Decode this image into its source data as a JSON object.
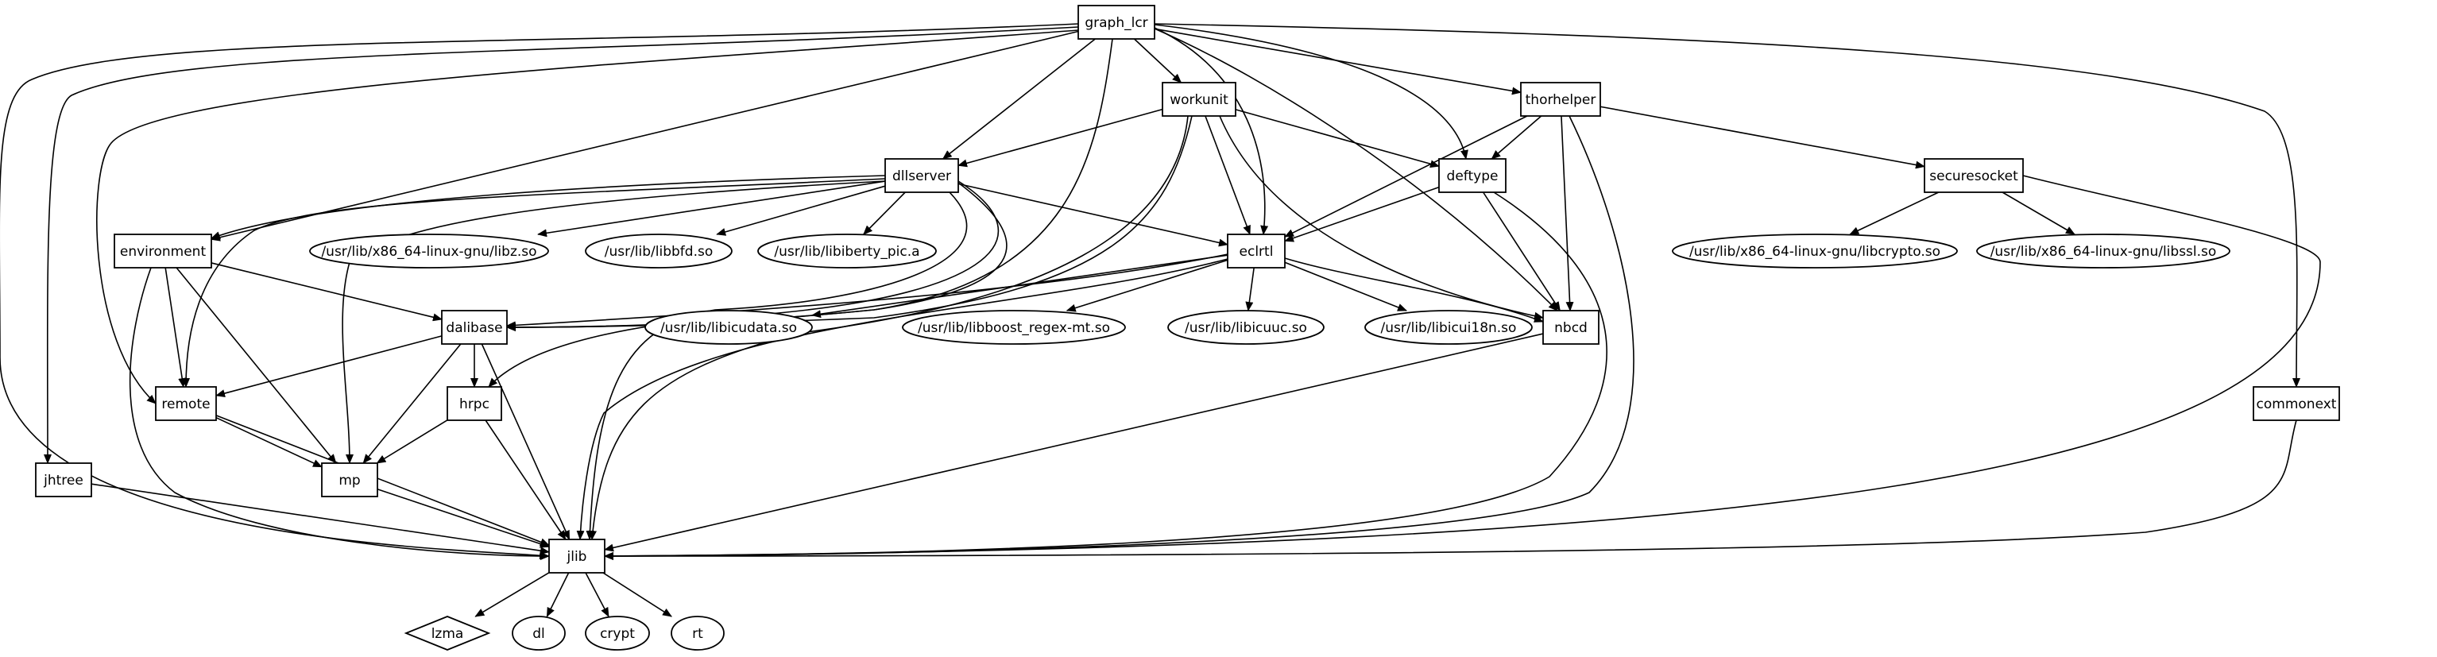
{
  "diagram": {
    "type": "dependency-graph",
    "nodes": [
      {
        "id": "graph_lcr",
        "label": "graph_lcr",
        "shape": "box"
      },
      {
        "id": "workunit",
        "label": "workunit",
        "shape": "box"
      },
      {
        "id": "thorhelper",
        "label": "thorhelper",
        "shape": "box"
      },
      {
        "id": "dllserver",
        "label": "dllserver",
        "shape": "box"
      },
      {
        "id": "deftype",
        "label": "deftype",
        "shape": "box"
      },
      {
        "id": "securesocket",
        "label": "securesocket",
        "shape": "box"
      },
      {
        "id": "environment",
        "label": "environment",
        "shape": "box"
      },
      {
        "id": "libz",
        "label": "/usr/lib/x86_64-linux-gnu/libz.so",
        "shape": "ellipse"
      },
      {
        "id": "libbfd",
        "label": "/usr/lib/libbfd.so",
        "shape": "ellipse"
      },
      {
        "id": "libiberty",
        "label": "/usr/lib/libiberty_pic.a",
        "shape": "ellipse"
      },
      {
        "id": "eclrtl",
        "label": "eclrtl",
        "shape": "box"
      },
      {
        "id": "libcrypto",
        "label": "/usr/lib/x86_64-linux-gnu/libcrypto.so",
        "shape": "ellipse"
      },
      {
        "id": "libssl",
        "label": "/usr/lib/x86_64-linux-gnu/libssl.so",
        "shape": "ellipse"
      },
      {
        "id": "dalibase",
        "label": "dalibase",
        "shape": "box"
      },
      {
        "id": "libicudata",
        "label": "/usr/lib/libicudata.so",
        "shape": "ellipse"
      },
      {
        "id": "libboost",
        "label": "/usr/lib/libboost_regex-mt.so",
        "shape": "ellipse"
      },
      {
        "id": "libicuuc",
        "label": "/usr/lib/libicuuc.so",
        "shape": "ellipse"
      },
      {
        "id": "libicui18n",
        "label": "/usr/lib/libicui18n.so",
        "shape": "ellipse"
      },
      {
        "id": "nbcd",
        "label": "nbcd",
        "shape": "box"
      },
      {
        "id": "remote",
        "label": "remote",
        "shape": "box"
      },
      {
        "id": "hrpc",
        "label": "hrpc",
        "shape": "box"
      },
      {
        "id": "commonext",
        "label": "commonext",
        "shape": "box"
      },
      {
        "id": "jhtree",
        "label": "jhtree",
        "shape": "box"
      },
      {
        "id": "mp",
        "label": "mp",
        "shape": "box"
      },
      {
        "id": "jlib",
        "label": "jlib",
        "shape": "box"
      },
      {
        "id": "lzma",
        "label": "lzma",
        "shape": "diamond"
      },
      {
        "id": "dl",
        "label": "dl",
        "shape": "ellipse"
      },
      {
        "id": "crypt",
        "label": "crypt",
        "shape": "ellipse"
      },
      {
        "id": "rt",
        "label": "rt",
        "shape": "ellipse"
      }
    ],
    "edges": [
      [
        "graph_lcr",
        "workunit"
      ],
      [
        "graph_lcr",
        "thorhelper"
      ],
      [
        "graph_lcr",
        "dllserver"
      ],
      [
        "graph_lcr",
        "deftype"
      ],
      [
        "graph_lcr",
        "environment"
      ],
      [
        "graph_lcr",
        "eclrtl"
      ],
      [
        "graph_lcr",
        "dalibase"
      ],
      [
        "graph_lcr",
        "nbcd"
      ],
      [
        "graph_lcr",
        "remote"
      ],
      [
        "graph_lcr",
        "jhtree"
      ],
      [
        "graph_lcr",
        "commonext"
      ],
      [
        "graph_lcr",
        "jlib"
      ],
      [
        "workunit",
        "dllserver"
      ],
      [
        "workunit",
        "deftype"
      ],
      [
        "workunit",
        "eclrtl"
      ],
      [
        "workunit",
        "dalibase"
      ],
      [
        "workunit",
        "nbcd"
      ],
      [
        "workunit",
        "jlib"
      ],
      [
        "thorhelper",
        "deftype"
      ],
      [
        "thorhelper",
        "eclrtl"
      ],
      [
        "thorhelper",
        "securesocket"
      ],
      [
        "thorhelper",
        "nbcd"
      ],
      [
        "thorhelper",
        "jlib"
      ],
      [
        "dllserver",
        "environment"
      ],
      [
        "dllserver",
        "libz"
      ],
      [
        "dllserver",
        "libbfd"
      ],
      [
        "dllserver",
        "libiberty"
      ],
      [
        "dllserver",
        "eclrtl"
      ],
      [
        "dllserver",
        "dalibase"
      ],
      [
        "dllserver",
        "remote"
      ],
      [
        "dllserver",
        "mp"
      ],
      [
        "dllserver",
        "hrpc"
      ],
      [
        "dllserver",
        "jlib"
      ],
      [
        "deftype",
        "eclrtl"
      ],
      [
        "deftype",
        "nbcd"
      ],
      [
        "deftype",
        "jlib"
      ],
      [
        "securesocket",
        "libcrypto"
      ],
      [
        "securesocket",
        "libssl"
      ],
      [
        "securesocket",
        "jlib"
      ],
      [
        "environment",
        "dalibase"
      ],
      [
        "environment",
        "remote"
      ],
      [
        "environment",
        "mp"
      ],
      [
        "environment",
        "jlib"
      ],
      [
        "eclrtl",
        "dalibase"
      ],
      [
        "eclrtl",
        "libicudata"
      ],
      [
        "eclrtl",
        "libboost"
      ],
      [
        "eclrtl",
        "libicuuc"
      ],
      [
        "eclrtl",
        "libicui18n"
      ],
      [
        "eclrtl",
        "nbcd"
      ],
      [
        "eclrtl",
        "jlib"
      ],
      [
        "dalibase",
        "remote"
      ],
      [
        "dalibase",
        "hrpc"
      ],
      [
        "dalibase",
        "mp"
      ],
      [
        "dalibase",
        "jlib"
      ],
      [
        "nbcd",
        "jlib"
      ],
      [
        "remote",
        "mp"
      ],
      [
        "remote",
        "jlib"
      ],
      [
        "hrpc",
        "mp"
      ],
      [
        "hrpc",
        "jlib"
      ],
      [
        "commonext",
        "jlib"
      ],
      [
        "jhtree",
        "jlib"
      ],
      [
        "mp",
        "jlib"
      ],
      [
        "jlib",
        "lzma"
      ],
      [
        "jlib",
        "dl"
      ],
      [
        "jlib",
        "crypt"
      ],
      [
        "jlib",
        "rt"
      ]
    ]
  }
}
